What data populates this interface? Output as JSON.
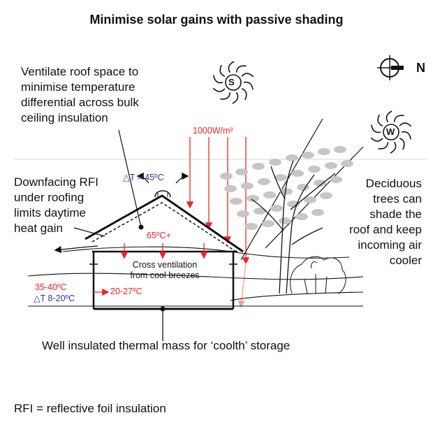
{
  "title": "Minimise solar gains with passive shading",
  "compass": {
    "label": "N"
  },
  "suns": {
    "south": "S",
    "west": "W"
  },
  "annotations": {
    "roof_ventilation": "Ventilate roof space to\nminimise temperature\ndifferential across bulk\nceiling insulation",
    "rfi": "Downfacing RFI\nunder roofing\nlimits daytime\nheat gain",
    "trees": "Deciduous\ntrees can\nshade the\nroof and keep\nincoming air\ncooler",
    "thermal_mass": "Well insulated thermal mass for ‘coolth’ storage",
    "cross_vent": "Cross ventilation\nfrom cool breezes",
    "footnote": "RFI = reflective foil insulation"
  },
  "values": {
    "radiation": "1000W/m²",
    "delta_roof": "△T > 45ºC",
    "roof_temp": "65ºC+",
    "outside_temp": "35-40ºC",
    "delta_outside": "△T 8-20ºC",
    "inside_temp": "20-27ºC"
  },
  "colors": {
    "heat": "#e8262a",
    "delta": "#2f3b8f",
    "line": "#111111",
    "foliage": "#c6c6c6"
  }
}
